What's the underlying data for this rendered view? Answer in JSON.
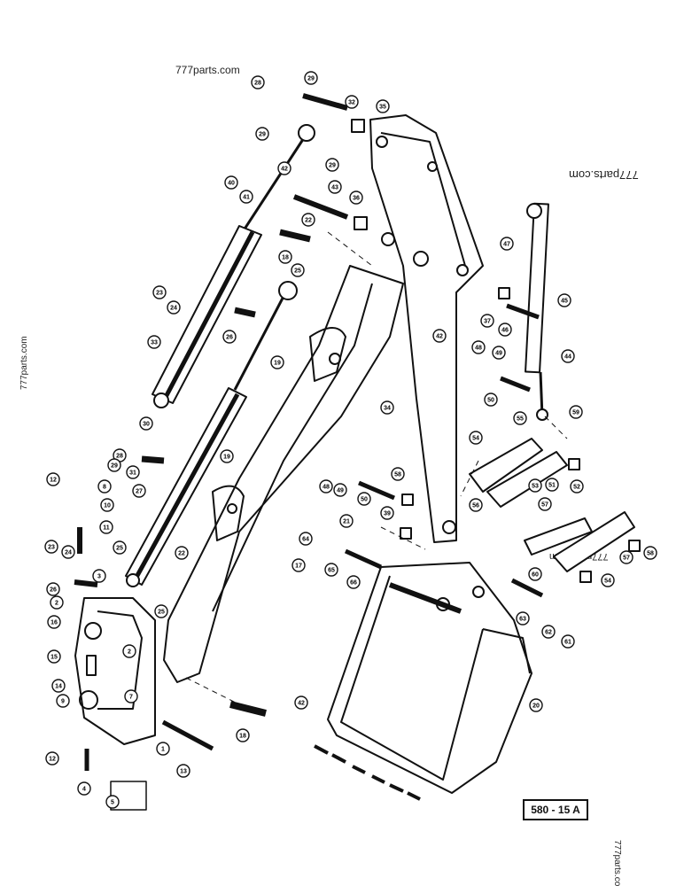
{
  "watermarks": {
    "top": "777parts.com",
    "right": "777parts.com",
    "left": "777parts.com",
    "middle": "777parts.com",
    "corner": "777parts.co"
  },
  "reference_code": "580 - 15 A",
  "callouts": [
    {
      "n": "28"
    },
    {
      "n": "29"
    },
    {
      "n": "32"
    },
    {
      "n": "35"
    },
    {
      "n": "29"
    },
    {
      "n": "29"
    },
    {
      "n": "42"
    },
    {
      "n": "40"
    },
    {
      "n": "41"
    },
    {
      "n": "43"
    },
    {
      "n": "36"
    },
    {
      "n": "22"
    },
    {
      "n": "18"
    },
    {
      "n": "25"
    },
    {
      "n": "23"
    },
    {
      "n": "24"
    },
    {
      "n": "26"
    },
    {
      "n": "33"
    },
    {
      "n": "19"
    },
    {
      "n": "42"
    },
    {
      "n": "47"
    },
    {
      "n": "45"
    },
    {
      "n": "37"
    },
    {
      "n": "46"
    },
    {
      "n": "44"
    },
    {
      "n": "48"
    },
    {
      "n": "49"
    },
    {
      "n": "50"
    },
    {
      "n": "34"
    },
    {
      "n": "55"
    },
    {
      "n": "59"
    },
    {
      "n": "54"
    },
    {
      "n": "30"
    },
    {
      "n": "28"
    },
    {
      "n": "29"
    },
    {
      "n": "31"
    },
    {
      "n": "27"
    },
    {
      "n": "19"
    },
    {
      "n": "12"
    },
    {
      "n": "8"
    },
    {
      "n": "10"
    },
    {
      "n": "11"
    },
    {
      "n": "48"
    },
    {
      "n": "49"
    },
    {
      "n": "50"
    },
    {
      "n": "58"
    },
    {
      "n": "39"
    },
    {
      "n": "21"
    },
    {
      "n": "53"
    },
    {
      "n": "51"
    },
    {
      "n": "52"
    },
    {
      "n": "56"
    },
    {
      "n": "57"
    },
    {
      "n": "64"
    },
    {
      "n": "65"
    },
    {
      "n": "66"
    },
    {
      "n": "17"
    },
    {
      "n": "23"
    },
    {
      "n": "24"
    },
    {
      "n": "25"
    },
    {
      "n": "22"
    },
    {
      "n": "60"
    },
    {
      "n": "57"
    },
    {
      "n": "58"
    },
    {
      "n": "26"
    },
    {
      "n": "3"
    },
    {
      "n": "2"
    },
    {
      "n": "25"
    },
    {
      "n": "16"
    },
    {
      "n": "2"
    },
    {
      "n": "63"
    },
    {
      "n": "62"
    },
    {
      "n": "61"
    },
    {
      "n": "54"
    },
    {
      "n": "15"
    },
    {
      "n": "14"
    },
    {
      "n": "7"
    },
    {
      "n": "9"
    },
    {
      "n": "42"
    },
    {
      "n": "20"
    },
    {
      "n": "18"
    },
    {
      "n": "12"
    },
    {
      "n": "1"
    },
    {
      "n": "13"
    },
    {
      "n": "4"
    },
    {
      "n": "5"
    }
  ]
}
